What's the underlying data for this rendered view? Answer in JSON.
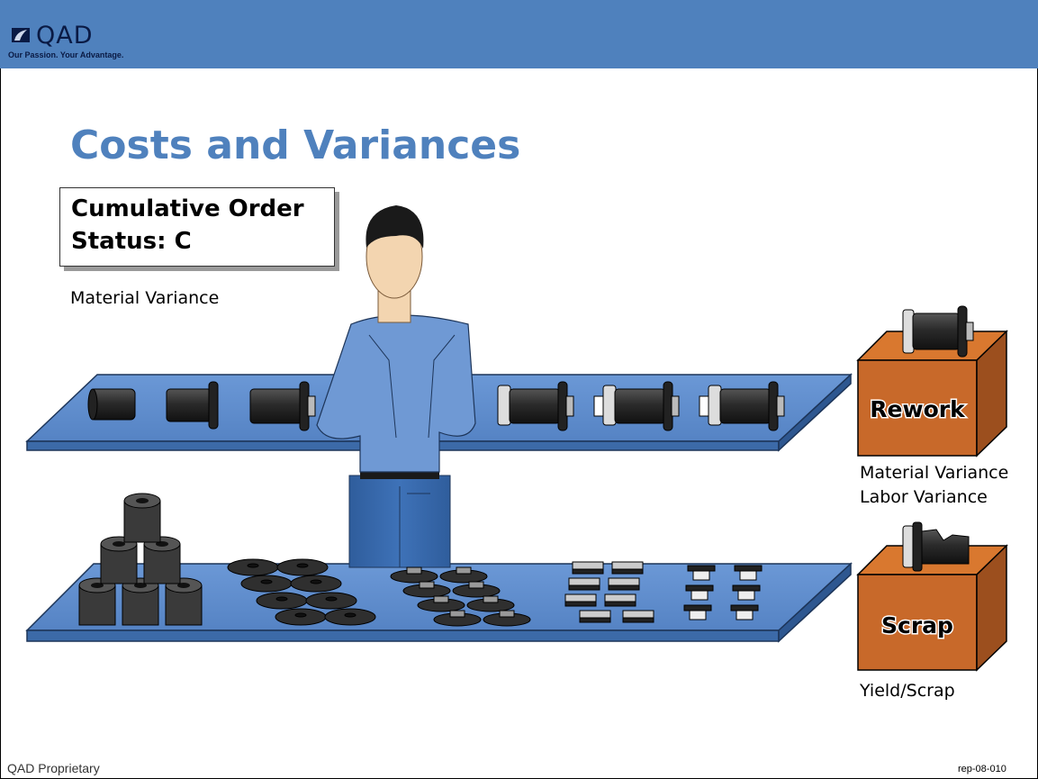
{
  "header": {
    "logo_text": "QAD",
    "tagline": "Our Passion. Your Advantage."
  },
  "slide": {
    "title": "Costs and Variances",
    "status_box": {
      "line1": "Cumulative Order",
      "line2": "Status: C"
    },
    "material_variance_label": "Material Variance",
    "rework": {
      "label": "Rework",
      "variances": [
        "Material Variance",
        "Labor Variance"
      ]
    },
    "scrap": {
      "label": "Scrap",
      "variance": "Yield/Scrap"
    }
  },
  "footer": {
    "left": "QAD Proprietary",
    "right": "rep-08-010"
  },
  "colors": {
    "header": "#4f81bd",
    "title": "#4f81bd",
    "shelf": "#5f8ed0",
    "crate": "#c8692a"
  }
}
